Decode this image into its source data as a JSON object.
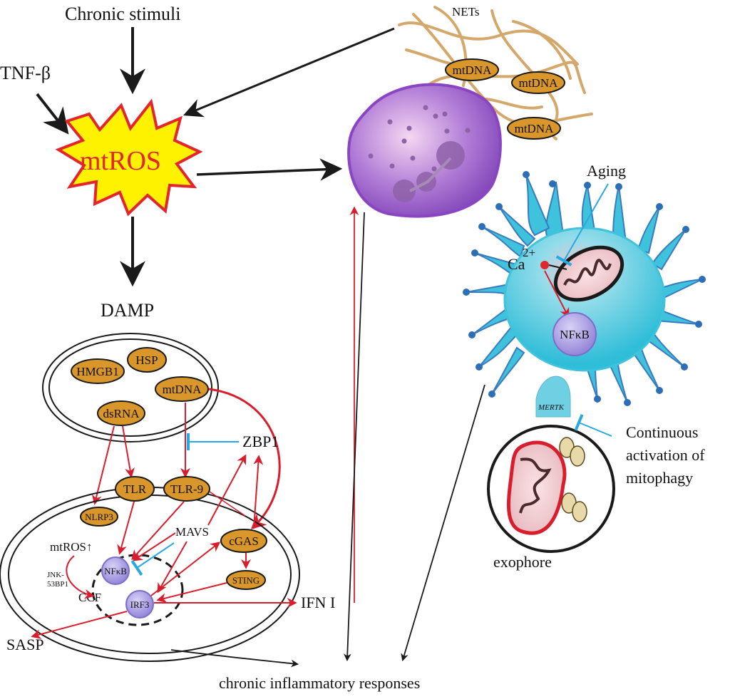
{
  "labels": {
    "chronic_stimuli": "Chronic stimuli",
    "tnf_beta": "TNF-β",
    "mtros_center": "mtROS",
    "nets": "NETs",
    "mtdna": "mtDNA",
    "damp": "DAMP",
    "hmgb1": "HMGB1",
    "hsp": "HSP",
    "dsrna": "dsRNA",
    "zbp1": "ZBP1",
    "tlr": "TLR",
    "tlr9": "TLR-9",
    "nlrp3": "NLRP3",
    "mavs": "MAVS",
    "cgas": "cGAS",
    "sting": "STING",
    "mtros_up": "mtROS↑",
    "jnk": "JNK-",
    "53bp1": "53BP1",
    "ccf": "CCF",
    "nfkb": "NFκB",
    "irf3": "IRF3",
    "ifn1": "IFN I",
    "sasp": "SASP",
    "aging": "Aging",
    "ca": "Ca",
    "ca_sup": "2+",
    "mertk": "MERTK",
    "continuous_1": "Continuous",
    "continuous_2": "activation of",
    "continuous_3": "mitophagy",
    "exophore": "exophore",
    "chronic_inflammatory": "chronic inflammatory responses"
  },
  "colors": {
    "arrow_black": "#1a1a1a",
    "arrow_red": "#d81e2c",
    "inhibit_blue": "#27a9e1",
    "pill_fill": "#d9962a",
    "burst_fill": "#fff200",
    "burst_stroke": "#e3262d",
    "neutrophil": "#9b59c7",
    "dendritic": "#3fc3dd",
    "nucleus": "#a99be0"
  }
}
